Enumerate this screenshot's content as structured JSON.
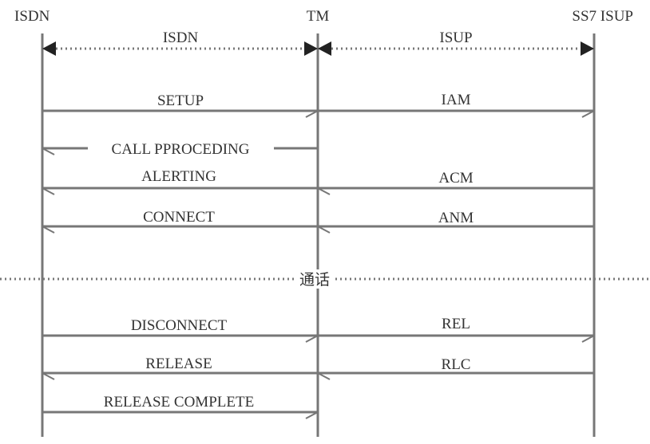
{
  "participants": {
    "isdn": "ISDN",
    "tm": "TM",
    "ss7": "SS7 ISUP"
  },
  "segments": {
    "left": "ISDN",
    "right": "ISUP"
  },
  "messages": {
    "setup": "SETUP",
    "iam": "IAM",
    "call_proceeding": "CALL PPROCEDING",
    "alerting": "ALERTING",
    "acm": "ACM",
    "connect": "CONNECT",
    "anm": "ANM",
    "disconnect": "DISCONNECT",
    "rel": "REL",
    "release": "RELEASE",
    "rlc": "RLC",
    "release_complete": "RELEASE COMPLETE"
  },
  "phase": {
    "label": "通话"
  }
}
